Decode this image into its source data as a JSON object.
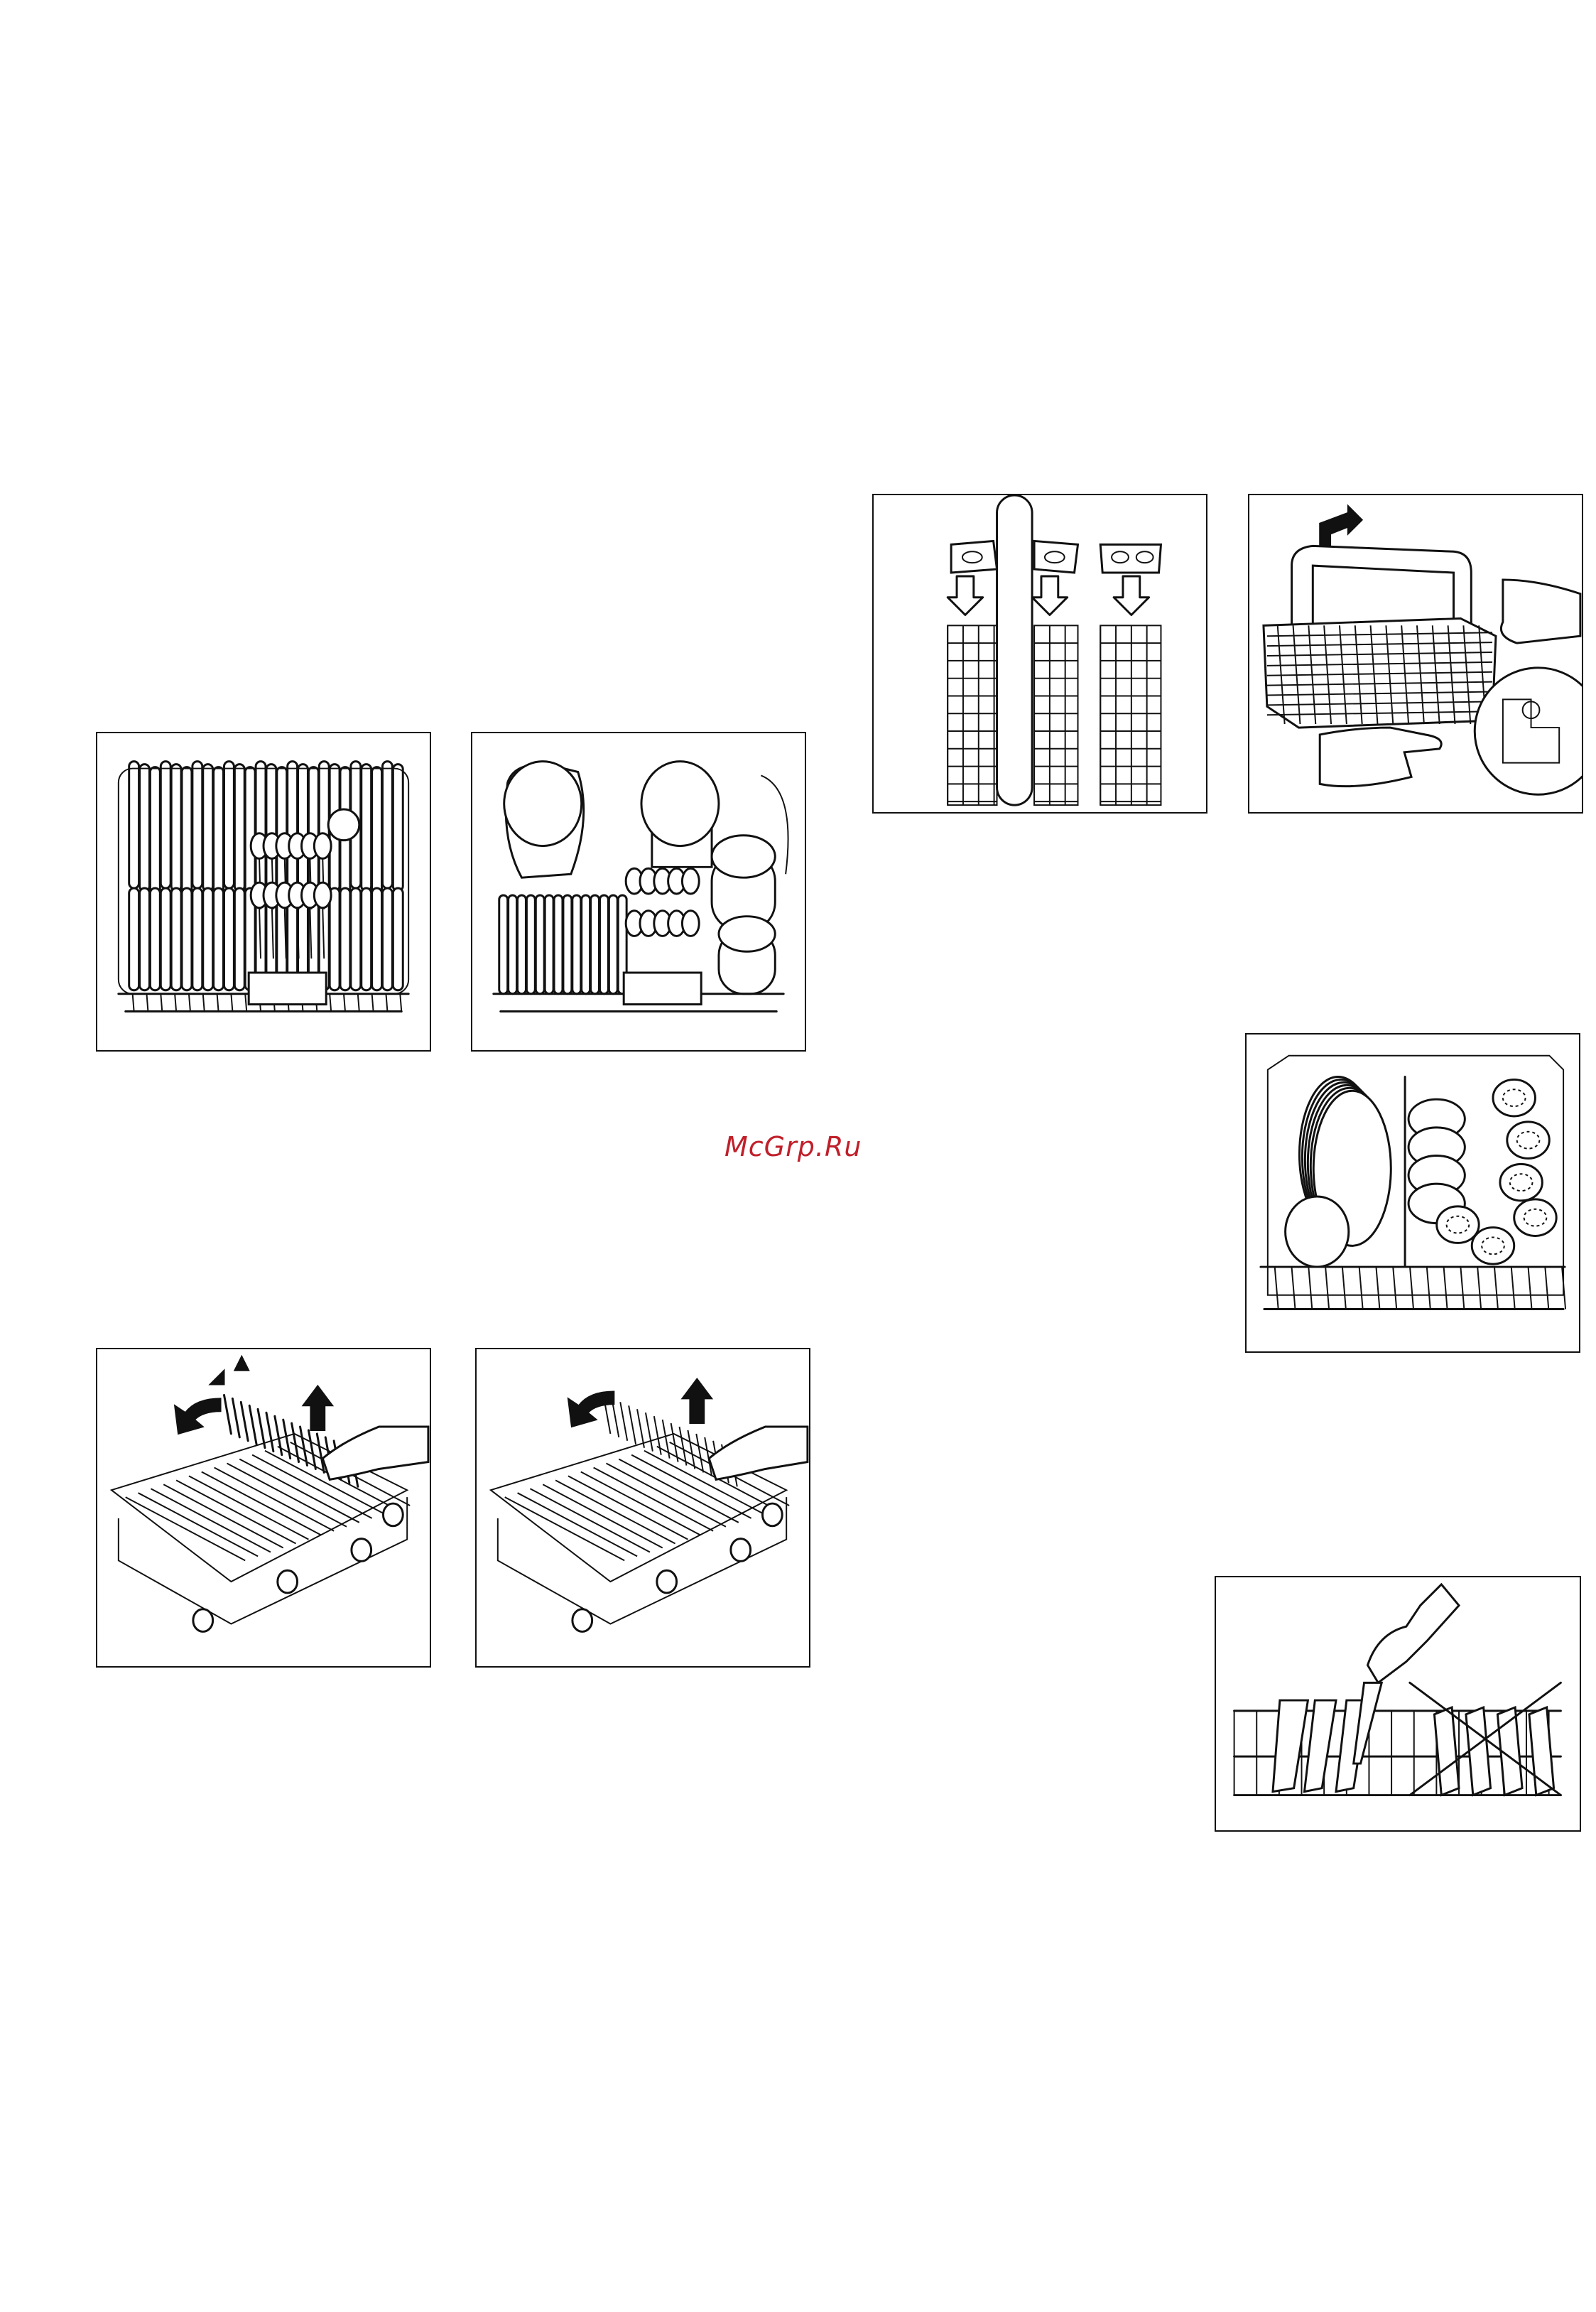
{
  "watermark": {
    "text": "McGrp.Ru",
    "color": "#c0202a"
  },
  "figures": [
    {
      "id": "lower-basket-plates",
      "icon": "basket-plates-cutlery-illustration"
    },
    {
      "id": "lower-basket-pots",
      "icon": "basket-pots-cutlery-illustration"
    },
    {
      "id": "cutlery-basket-split",
      "icon": "cutlery-basket-insert-illustration"
    },
    {
      "id": "cutlery-basket-handle",
      "icon": "cutlery-basket-handle-removal-illustration"
    },
    {
      "id": "upper-basket-cups",
      "icon": "upper-basket-cups-illustration"
    },
    {
      "id": "fold-down-rack-1",
      "icon": "fold-plate-rack-illustration"
    },
    {
      "id": "fold-down-rack-2",
      "icon": "fold-plate-rack-illustration"
    },
    {
      "id": "knife-placement",
      "icon": "knife-placement-warning-illustration"
    }
  ]
}
